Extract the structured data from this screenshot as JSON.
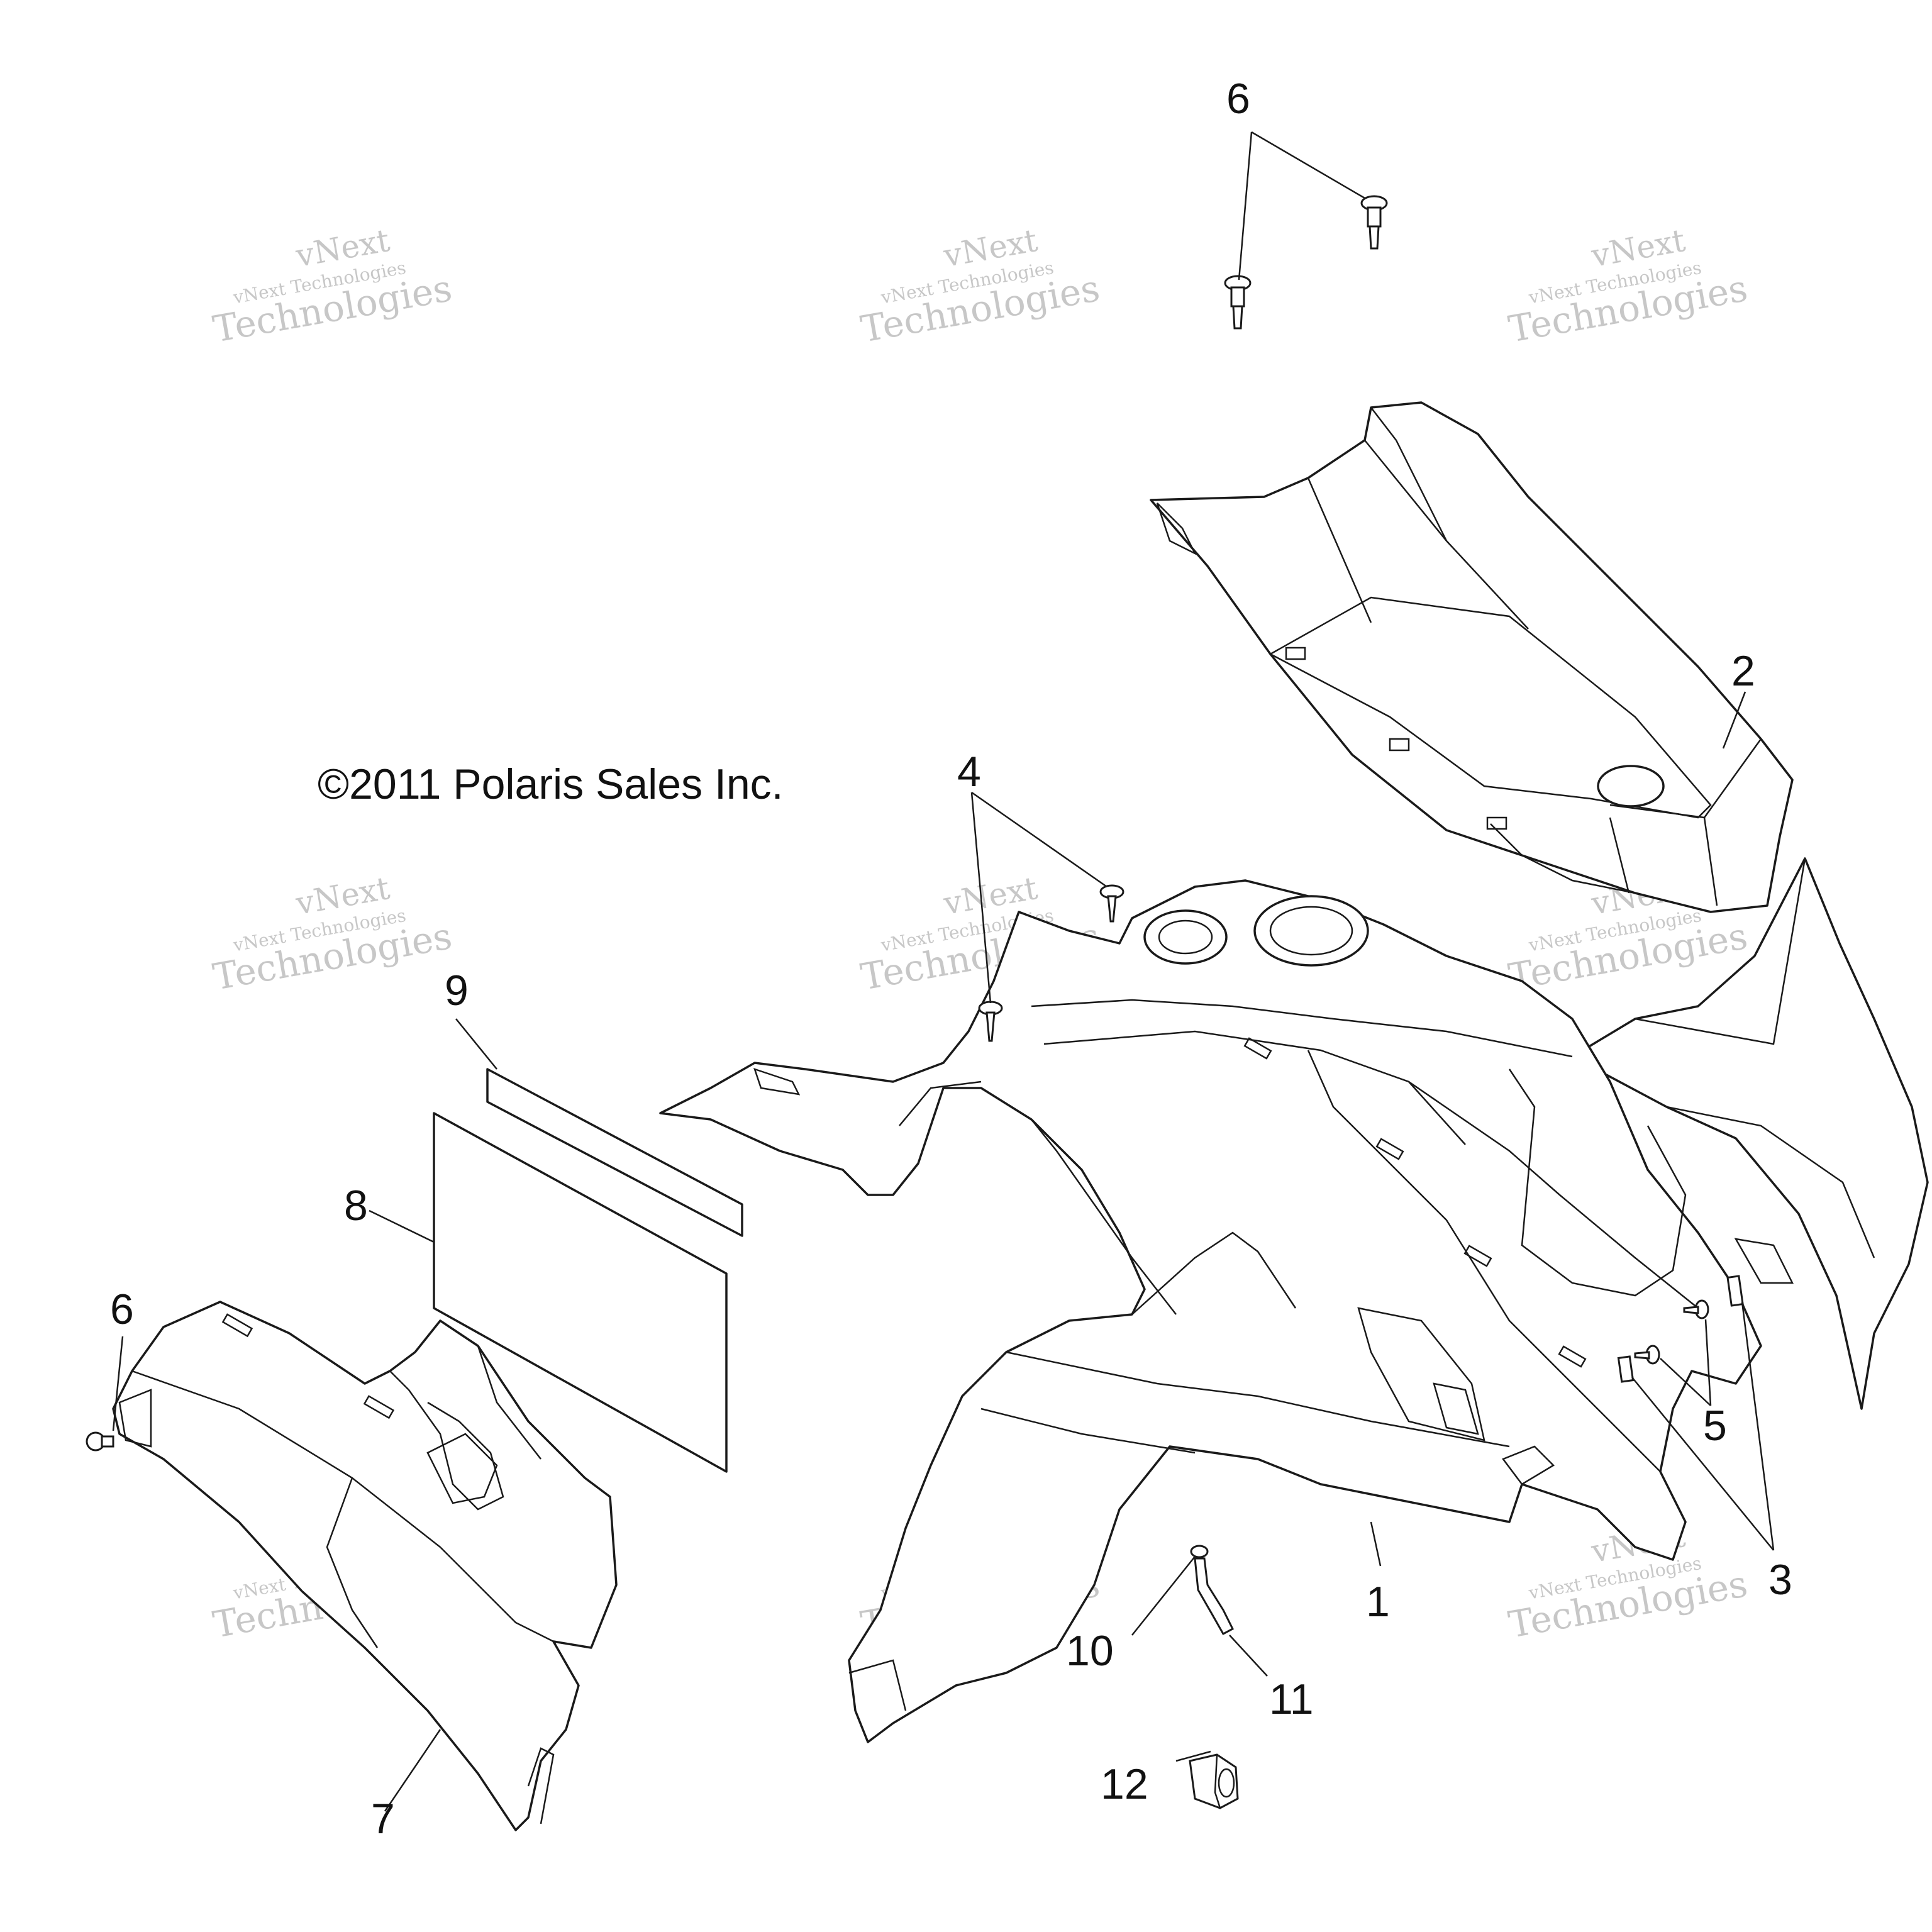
{
  "copyright": "©2011 Polaris Sales Inc.",
  "watermark": {
    "line1": "vNext",
    "line2": "vNext Technologies",
    "line3": "Technologies"
  },
  "callouts": [
    "1",
    "2",
    "3",
    "4",
    "5",
    "6",
    "6",
    "7",
    "8",
    "9",
    "10",
    "11",
    "12"
  ]
}
